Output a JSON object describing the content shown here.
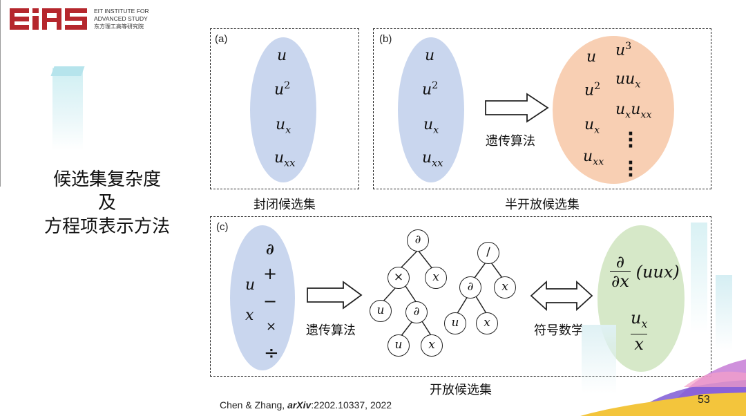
{
  "logo": {
    "line1": "EIT INSTITUTE FOR",
    "line2": "ADVANCED STUDY",
    "line3": "东方理工高等研究院"
  },
  "left_title": {
    "line1": "候选集复杂度",
    "line2": "及",
    "line3": "方程项表示方法"
  },
  "panel_a": {
    "label": "(a)",
    "caption": "封闭候选集"
  },
  "panel_b": {
    "label": "(b)",
    "caption": "半开放候选集",
    "arrow_label": "遗传算法"
  },
  "panel_c": {
    "label": "(c)",
    "caption": "开放候选集",
    "arrow_label_1": "遗传算法",
    "arrow_label_2": "符号数学"
  },
  "tree_nodes": {
    "partial": "∂",
    "times": "×",
    "divide": "/",
    "u": "u",
    "x": "x"
  },
  "operators": {
    "partial": "∂",
    "plus": "+",
    "minus": "−",
    "times": "×",
    "divide": "÷"
  },
  "citation": {
    "authors": "Chen & Zhang, ",
    "journal": "arXiv",
    "rest": ":2202.10337, 2022"
  },
  "page_number": "53",
  "colors": {
    "brand_red": "#b5272d",
    "blue_ellipse": "#c9d6ee",
    "orange_ellipse": "#f8cfb3",
    "green_ellipse": "#d6e8c8"
  }
}
